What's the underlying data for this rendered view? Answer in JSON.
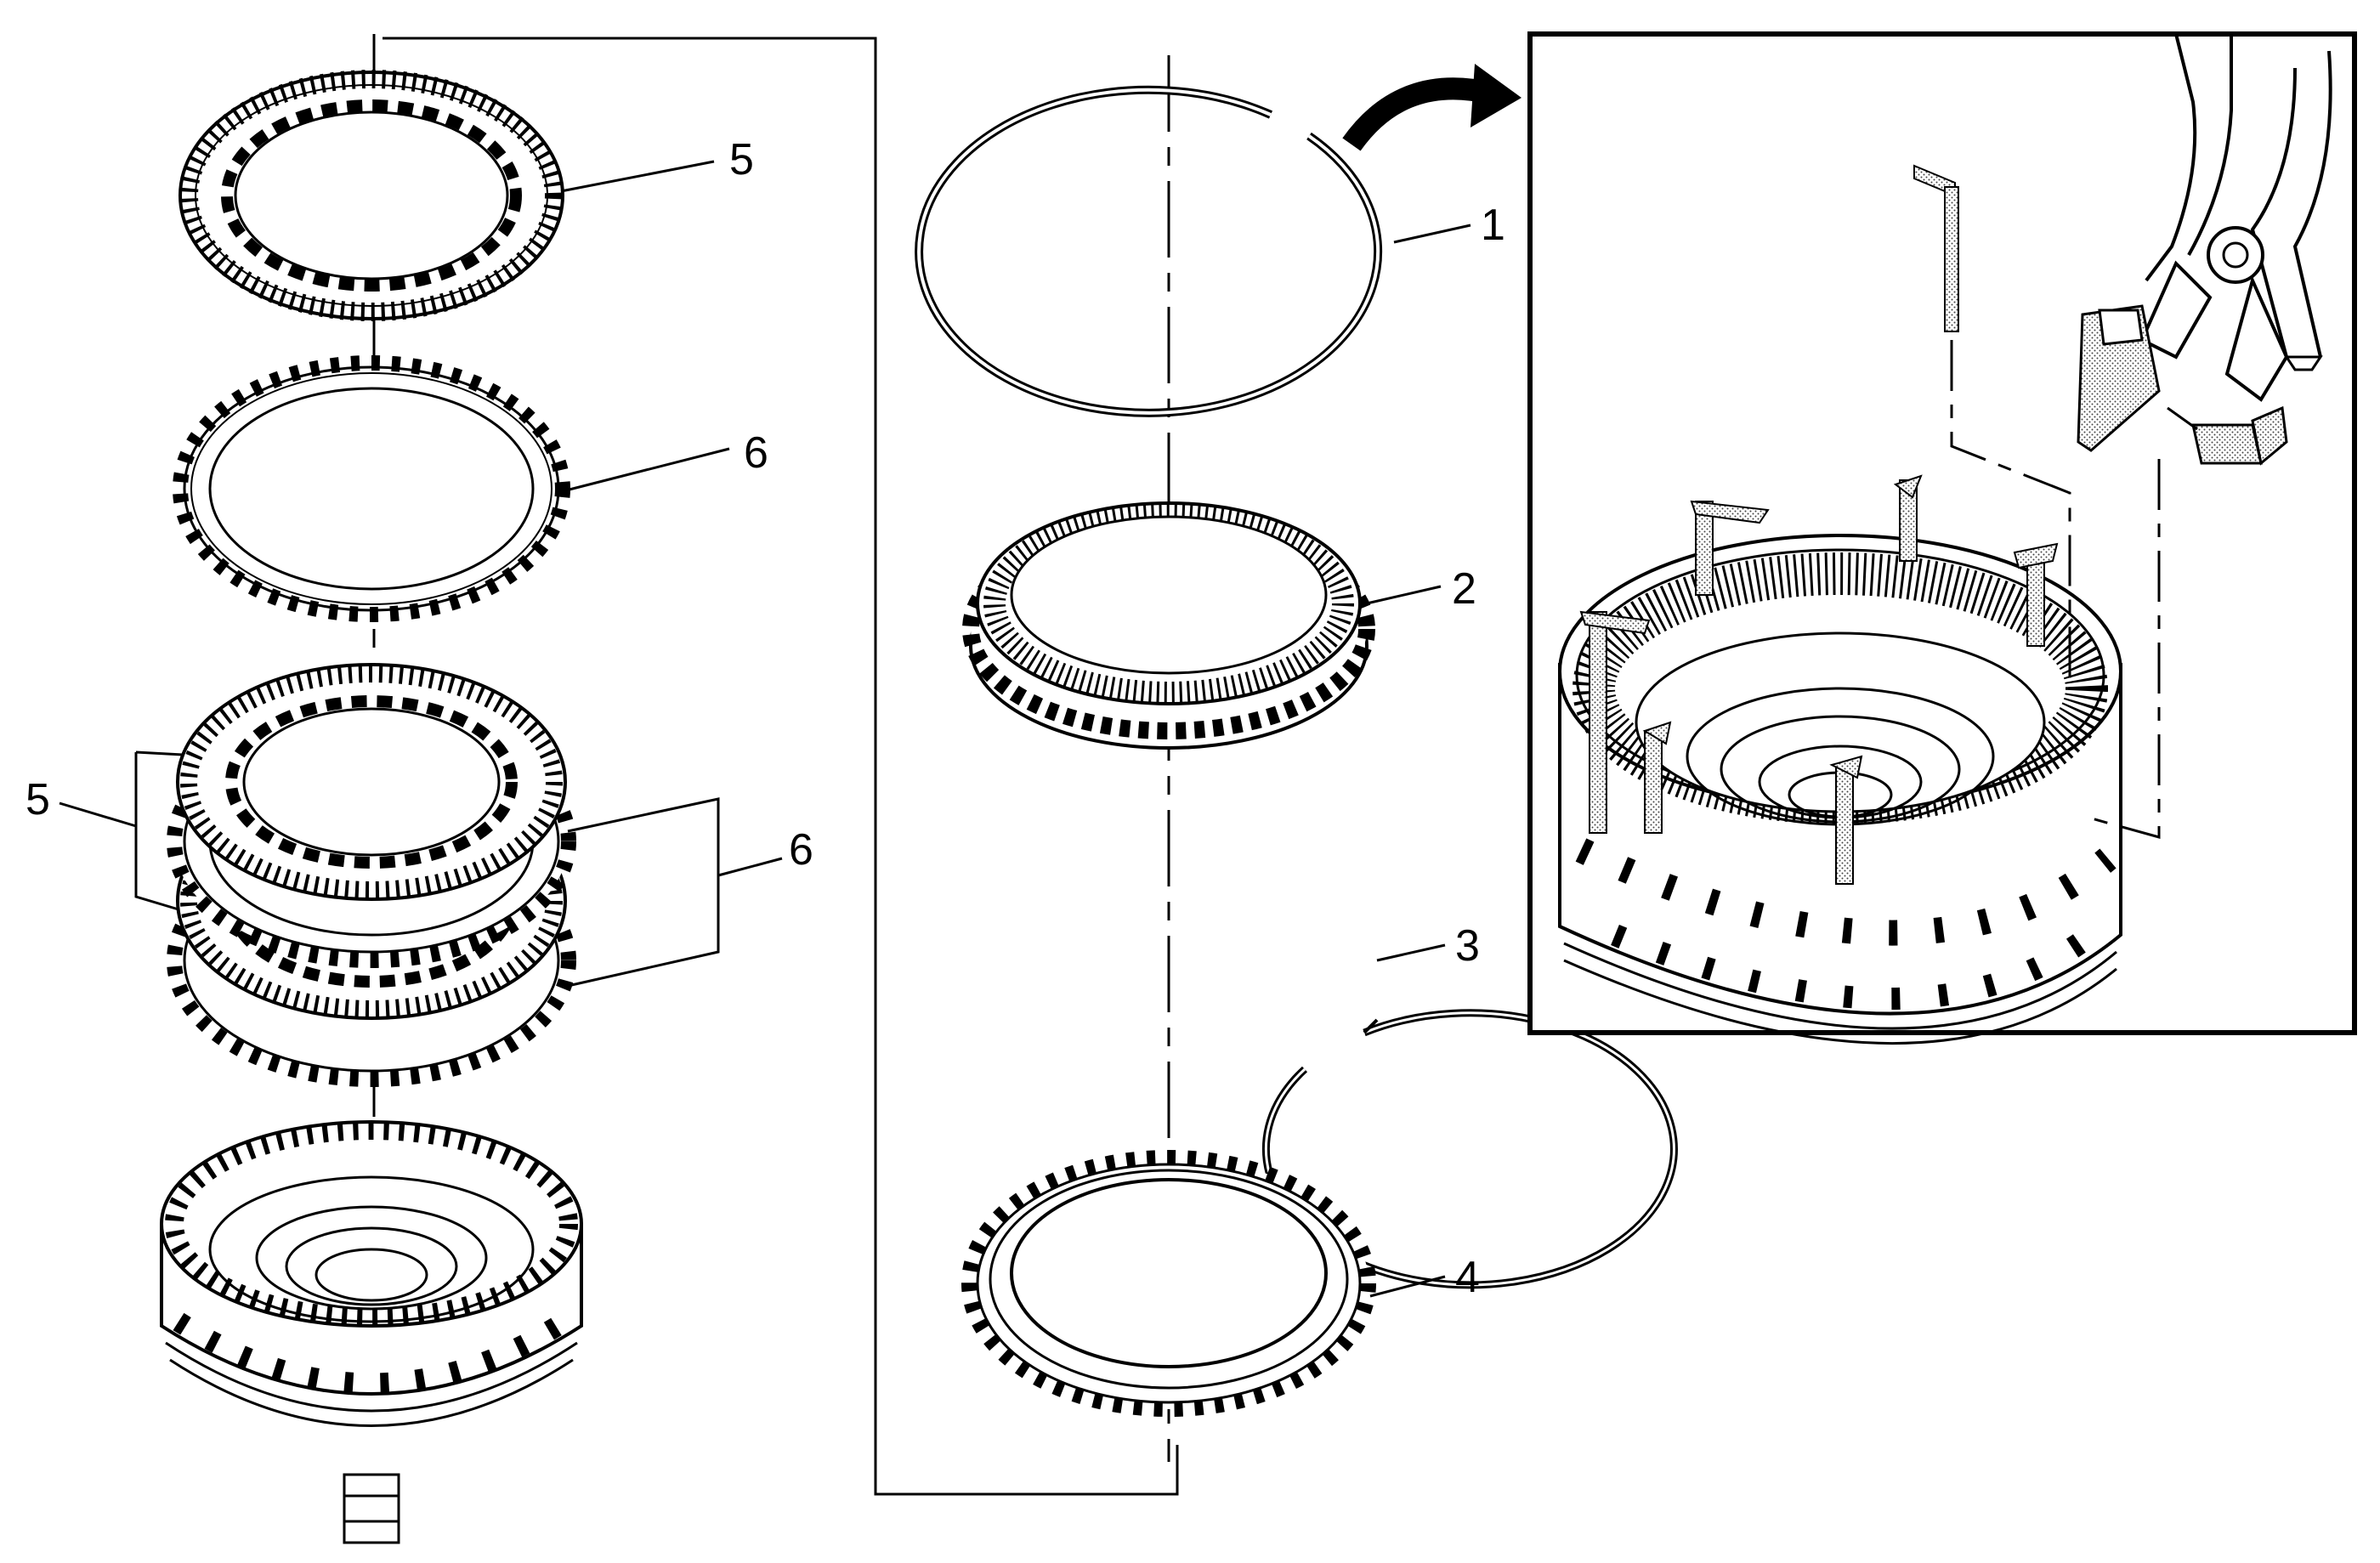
{
  "callouts": [
    {
      "id": "1",
      "label": "1"
    },
    {
      "id": "2",
      "label": "2"
    },
    {
      "id": "3",
      "label": "3"
    },
    {
      "id": "4",
      "label": "4"
    },
    {
      "id": "5a",
      "label": "5"
    },
    {
      "id": "6a",
      "label": "6"
    },
    {
      "id": "5b",
      "label": "5"
    },
    {
      "id": "6b",
      "label": "6"
    }
  ]
}
